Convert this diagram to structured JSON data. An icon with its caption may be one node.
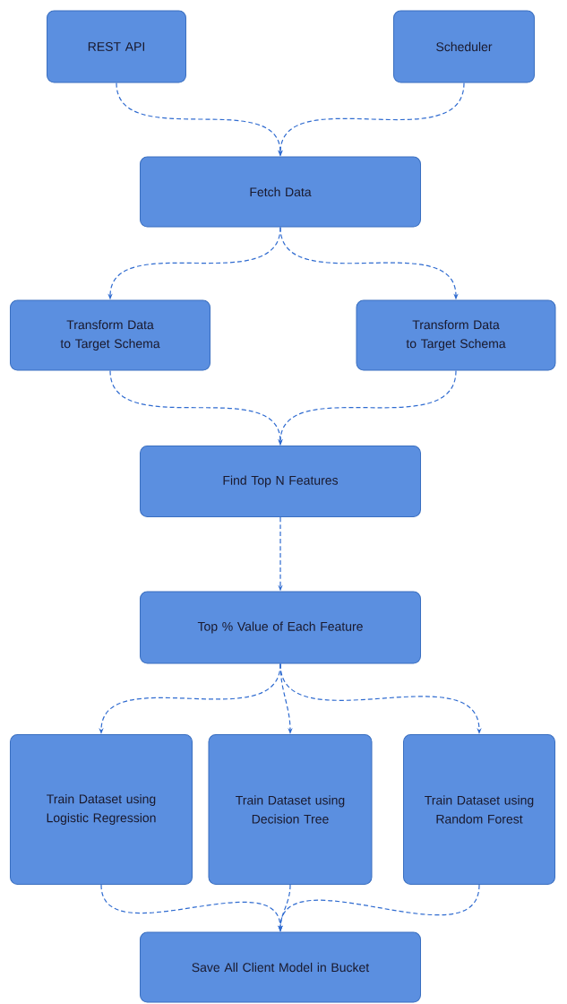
{
  "diagram": {
    "nodes": [
      {
        "text": [
          "REST API"
        ]
      },
      {
        "text": [
          "Scheduler"
        ]
      },
      {
        "text": [
          "Fetch Data"
        ]
      },
      {
        "text": [
          "Transform Data to Target Schema"
        ]
      },
      {
        "text": [
          "Transform Data to Target Schema"
        ]
      },
      {
        "text": [
          "Find Top N Features"
        ]
      },
      {
        "text": [
          "Top % Value of Each Feature"
        ]
      },
      {
        "text": [
          "Train Dataset using Logistic Regression"
        ]
      },
      {
        "text": [
          "Train Dataset using Decision Tree"
        ]
      },
      {
        "text": [
          "Train Dataset using Random Forest"
        ]
      },
      {
        "text": [
          "Save All Client Model in Bucket"
        ]
      }
    ],
    "edges": [
      {
        "from": 0,
        "to": 2,
        "arrow": "to",
        "style": "dashed"
      },
      {
        "from": 1,
        "to": 2,
        "arrow": "to",
        "style": "dashed"
      },
      {
        "from": 2,
        "to": 3,
        "arrow": "to",
        "style": "dashed"
      },
      {
        "from": 2,
        "to": 4,
        "arrow": "to",
        "style": "dashed"
      },
      {
        "from": 3,
        "to": 5,
        "arrow": "to",
        "style": "dashed"
      },
      {
        "from": 4,
        "to": 5,
        "arrow": "to",
        "style": "dashed"
      },
      {
        "from": 5,
        "to": 6,
        "arrow": "to",
        "style": "dashed"
      },
      {
        "from": 6,
        "to": 7,
        "arrow": "to",
        "style": "dashed"
      },
      {
        "from": 6,
        "to": 8,
        "arrow": "to",
        "style": "dashed"
      },
      {
        "from": 6,
        "to": 9,
        "arrow": "to",
        "style": "dashed"
      },
      {
        "from": 7,
        "to": 10,
        "arrow": "to",
        "style": "dashed"
      },
      {
        "from": 8,
        "to": 10,
        "arrow": "to",
        "style": "dashed"
      },
      {
        "from": 9,
        "to": 10,
        "arrow": "to",
        "style": "dashed"
      }
    ]
  }
}
